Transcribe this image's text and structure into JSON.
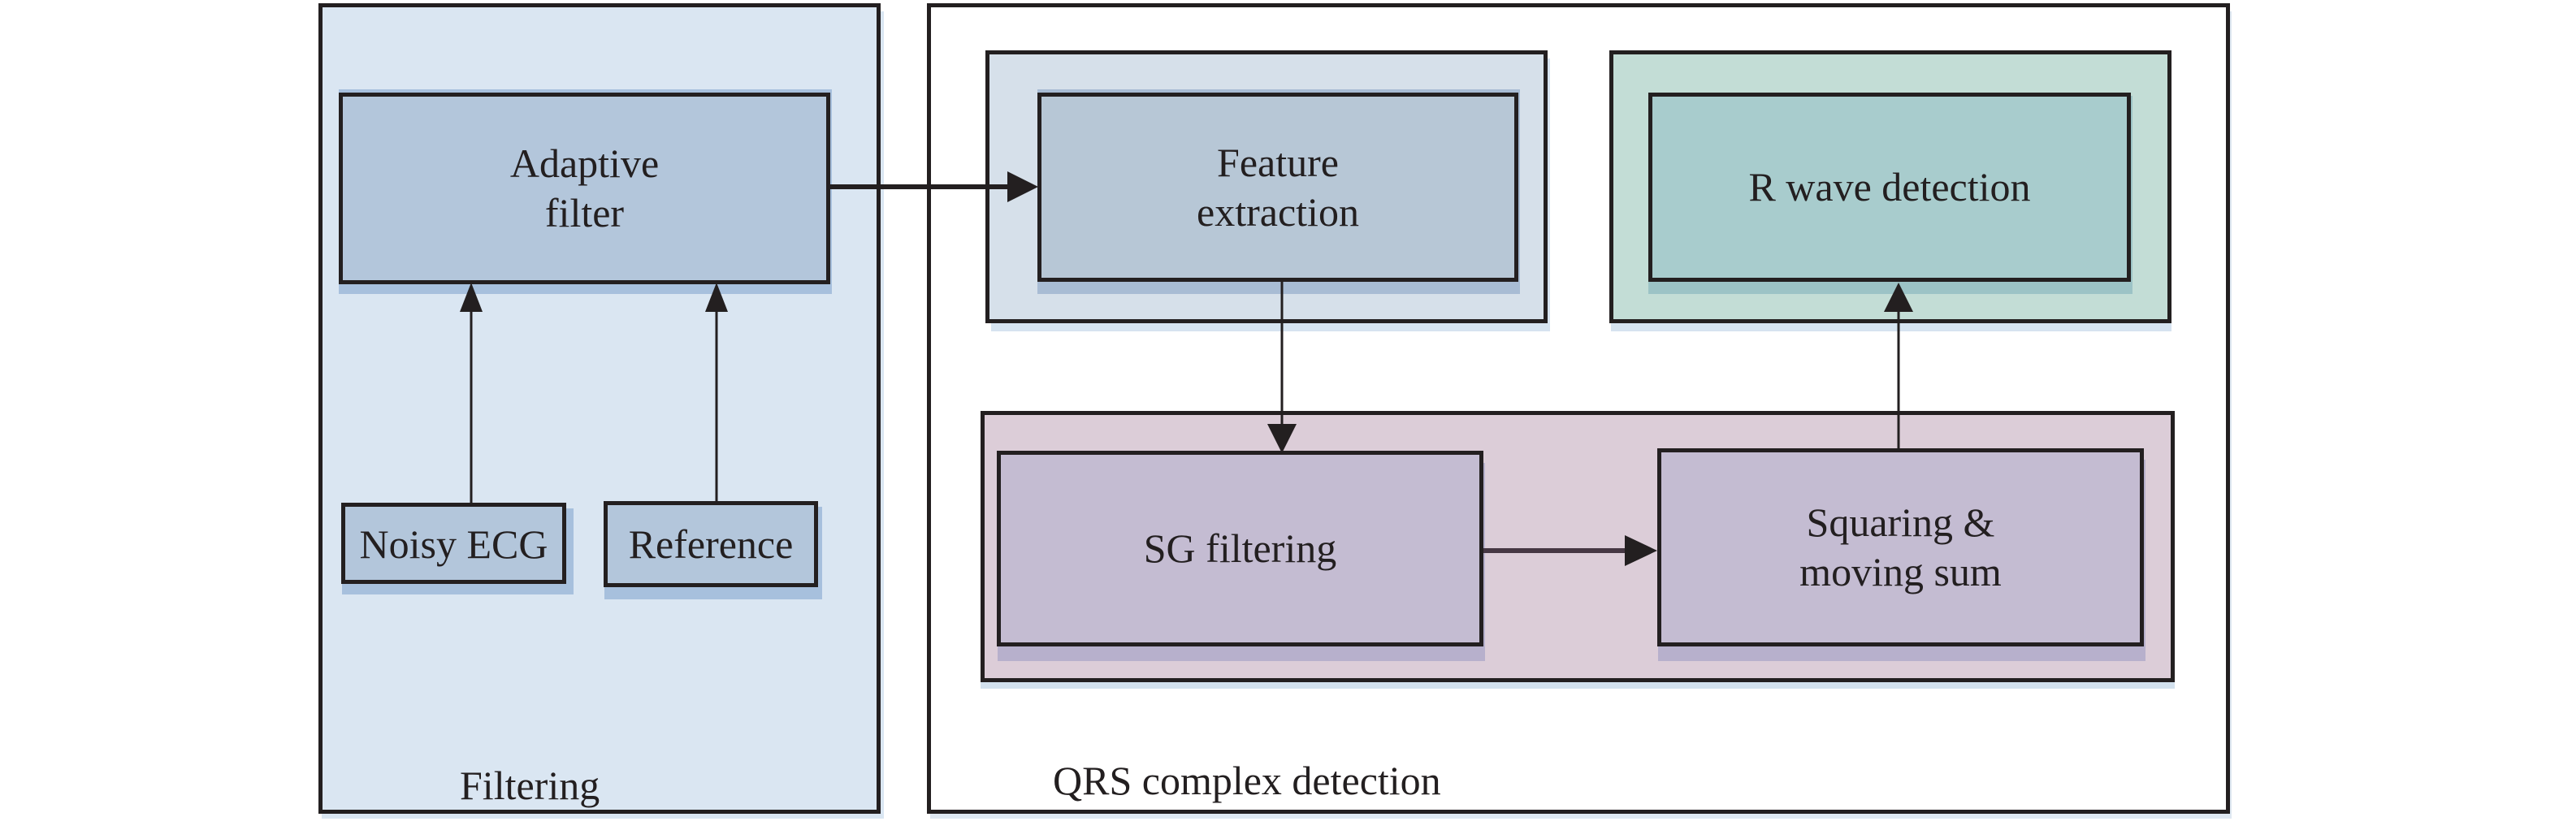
{
  "diagram": {
    "title": "ECG QRS detection pipeline",
    "colors": {
      "filtering_panel_fill": "#dae6f2",
      "qrs_panel_fill": "#ffffff",
      "blue_block_fill": "#b3c6db",
      "feature_group_fill": "#d6e0ea",
      "feature_block_fill": "#b7c7d6",
      "rwave_group_fill": "#c3ddd6",
      "rwave_block_fill": "#a8cccd",
      "mauve_group_fill": "#dccdd8",
      "mauve_block_fill": "#c4bcd2",
      "line": "#231f20"
    },
    "panels": {
      "filtering": {
        "label": "Filtering"
      },
      "qrs": {
        "label": "QRS complex detection"
      }
    },
    "nodes": {
      "adaptive_filter": {
        "line1": "Adaptive",
        "line2": "filter"
      },
      "noisy_ecg": {
        "label": "Noisy ECG"
      },
      "reference": {
        "label": "Reference"
      },
      "feature_extraction": {
        "line1": "Feature",
        "line2": "extraction"
      },
      "r_wave_detection": {
        "label": "R wave detection"
      },
      "sg_filtering": {
        "label": "SG filtering"
      },
      "squaring_moving_sum": {
        "line1": "Squaring &",
        "line2": "moving sum"
      }
    },
    "edges": [
      {
        "from": "noisy_ecg",
        "to": "adaptive_filter"
      },
      {
        "from": "reference",
        "to": "adaptive_filter"
      },
      {
        "from": "adaptive_filter",
        "to": "feature_extraction"
      },
      {
        "from": "feature_extraction",
        "to": "sg_filtering"
      },
      {
        "from": "sg_filtering",
        "to": "squaring_moving_sum"
      },
      {
        "from": "squaring_moving_sum",
        "to": "r_wave_detection"
      }
    ]
  }
}
